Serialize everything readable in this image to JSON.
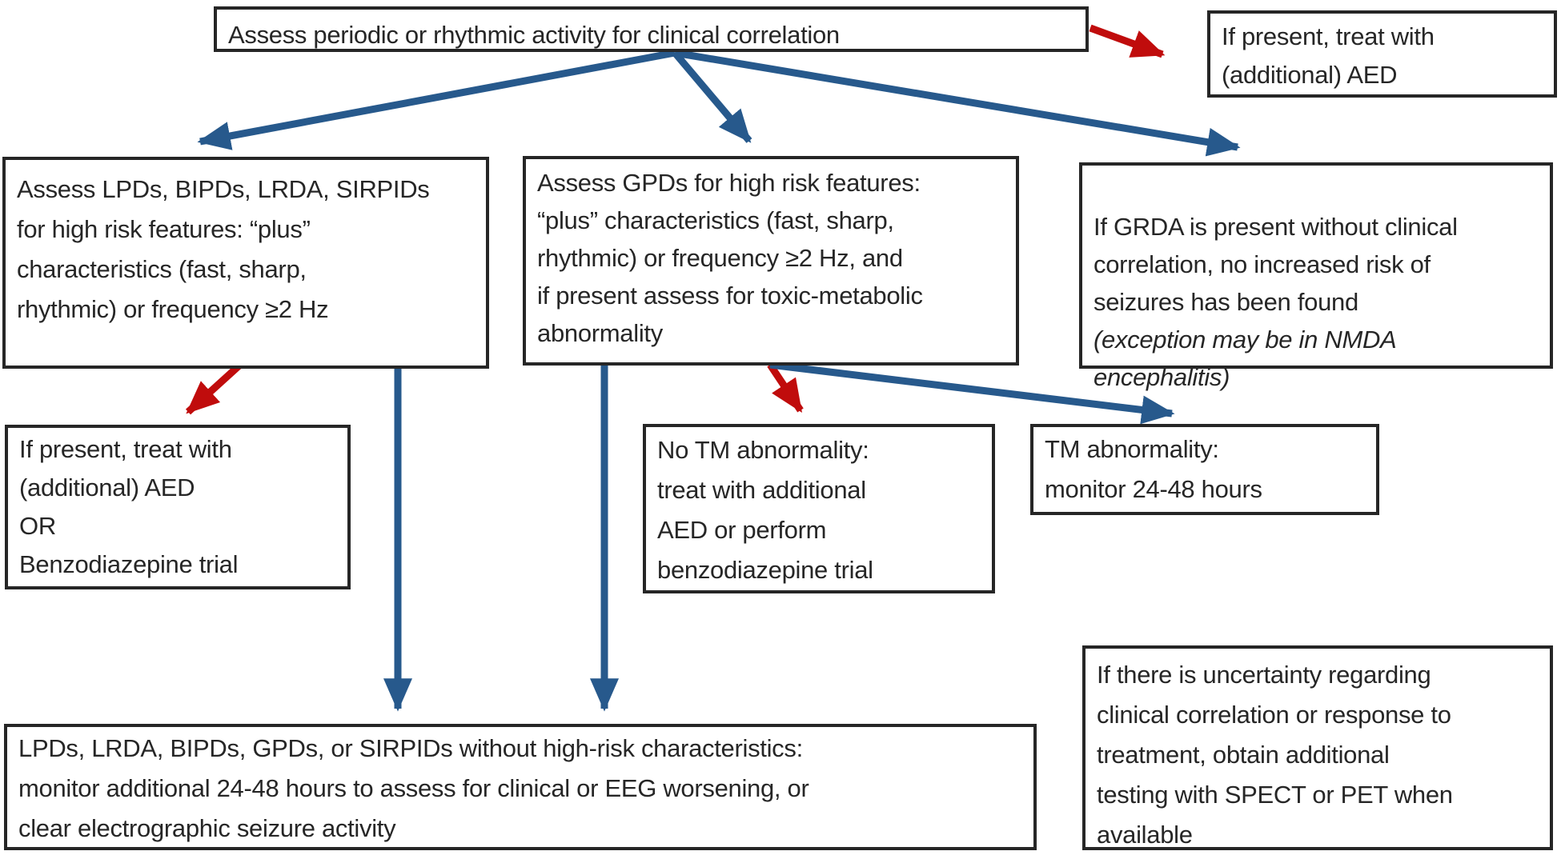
{
  "colors": {
    "arrow-blue": "#27598c",
    "arrow-red": "#c00c0c",
    "box-border": "#262626",
    "text": "#262626",
    "bg": "#ffffff"
  },
  "boxes": {
    "assess_root": {
      "lines": [
        "Assess periodic or rhythmic activity for clinical correlation"
      ]
    },
    "treat_aed_top": {
      "lines": [
        "If present, treat with",
        "(additional) AED"
      ]
    },
    "assess_lpds": {
      "lines": [
        "Assess LPDs, BIPDs, LRDA, SIRPIDs",
        "for high risk features: “plus”",
        "characteristics (fast, sharp,",
        "rhythmic) or frequency ≥2 Hz"
      ]
    },
    "assess_gpds": {
      "lines": [
        "Assess GPDs for high risk features:",
        "“plus” characteristics (fast, sharp,",
        "rhythmic) or frequency ≥2 Hz, and",
        "if present assess for toxic-metabolic",
        "abnormality"
      ]
    },
    "grda": {
      "lines": [
        "If GRDA is present without clinical",
        "correlation, no increased risk of",
        "seizures has been found"
      ],
      "note_lines": [
        "(exception may be in NMDA",
        "encephalitis)"
      ]
    },
    "treat_aed_or_benzo": {
      "lines": [
        "If present, treat with",
        "(additional) AED",
        "OR",
        "Benzodiazepine trial"
      ]
    },
    "no_tm": {
      "lines": [
        "No TM abnormality:",
        "treat with additional",
        "AED or perform",
        "benzodiazepine trial"
      ]
    },
    "tm": {
      "lines": [
        "TM abnormality:",
        "monitor 24-48 hours"
      ]
    },
    "monitor_low_risk": {
      "lines": [
        "LPDs, LRDA, BIPDs, GPDs, or SIRPIDs without high-risk characteristics:",
        "monitor additional 24-48 hours to assess for clinical or EEG worsening, or",
        "clear electrographic seizure activity"
      ]
    },
    "uncertainty": {
      "lines": [
        "If there is uncertainty regarding",
        "clinical correlation or response to",
        "treatment, obtain additional",
        "testing with SPECT or PET when",
        "available"
      ]
    }
  }
}
